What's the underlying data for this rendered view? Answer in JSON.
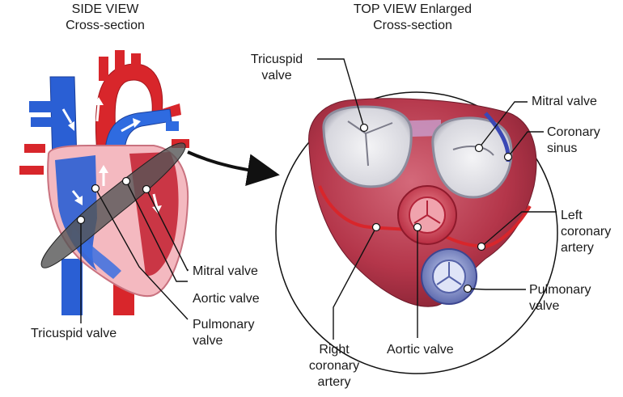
{
  "side_view": {
    "title": "SIDE VIEW\nCross-section",
    "labels": {
      "tricuspid": "Tricuspid valve",
      "mitral": "Mitral valve",
      "aortic": "Aortic valve",
      "pulmonary": "Pulmonary\nvalve"
    }
  },
  "top_view": {
    "title": "TOP VIEW Enlarged\nCross-section",
    "labels": {
      "tricuspid": "Tricuspid\nvalve",
      "mitral": "Mitral valve",
      "coronary_sinus": "Coronary\nsinus",
      "left_coronary": "Left\ncoronary\nartery",
      "pulmonary": "Pulmonary\nvalve",
      "aortic": "Aortic valve",
      "right_coronary": "Right\ncoronary\nartery"
    }
  },
  "colors": {
    "vein_blue": "#2a5fd4",
    "artery_red": "#d8262b",
    "muscle": "#b4364a",
    "tissue_pink": "#f4b9c0",
    "plane_gray": "#555555"
  }
}
